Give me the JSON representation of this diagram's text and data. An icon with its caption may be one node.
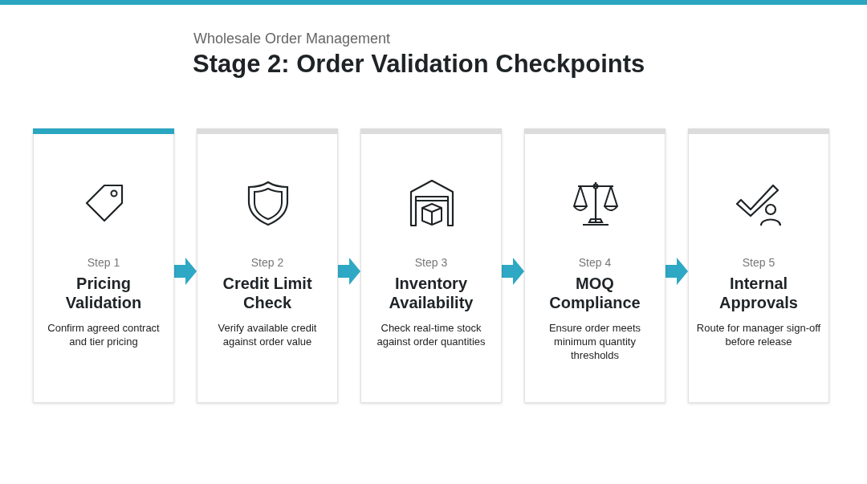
{
  "diagram": {
    "title": "Stage 2: Order Validation Checkpoints",
    "nodes": [
      {
        "text": [
          "Step 1",
          "Pricing Validation",
          "Confirm agreed contract and tier pricing"
        ]
      },
      {
        "text": [
          "Step 2",
          "Credit Limit Check",
          "Verify available credit against order value"
        ]
      },
      {
        "text": [
          "Step 3",
          "Inventory Availability",
          "Check real-time stock against order quantities"
        ]
      },
      {
        "text": [
          "Step 4",
          "MOQ Compliance",
          "Ensure order meets minimum quantity thresholds"
        ]
      },
      {
        "text": [
          "Step 5",
          "Internal Approvals",
          "Route for manager sign-off before release"
        ]
      }
    ],
    "edges": [
      {
        "from": 0,
        "to": 1,
        "arrow": "to"
      },
      {
        "from": 1,
        "to": 2,
        "arrow": "to"
      },
      {
        "from": 2,
        "to": 3,
        "arrow": "to"
      },
      {
        "from": 3,
        "to": 4,
        "arrow": "to"
      }
    ],
    "labels": [
      "Wholesale Order Management"
    ]
  }
}
